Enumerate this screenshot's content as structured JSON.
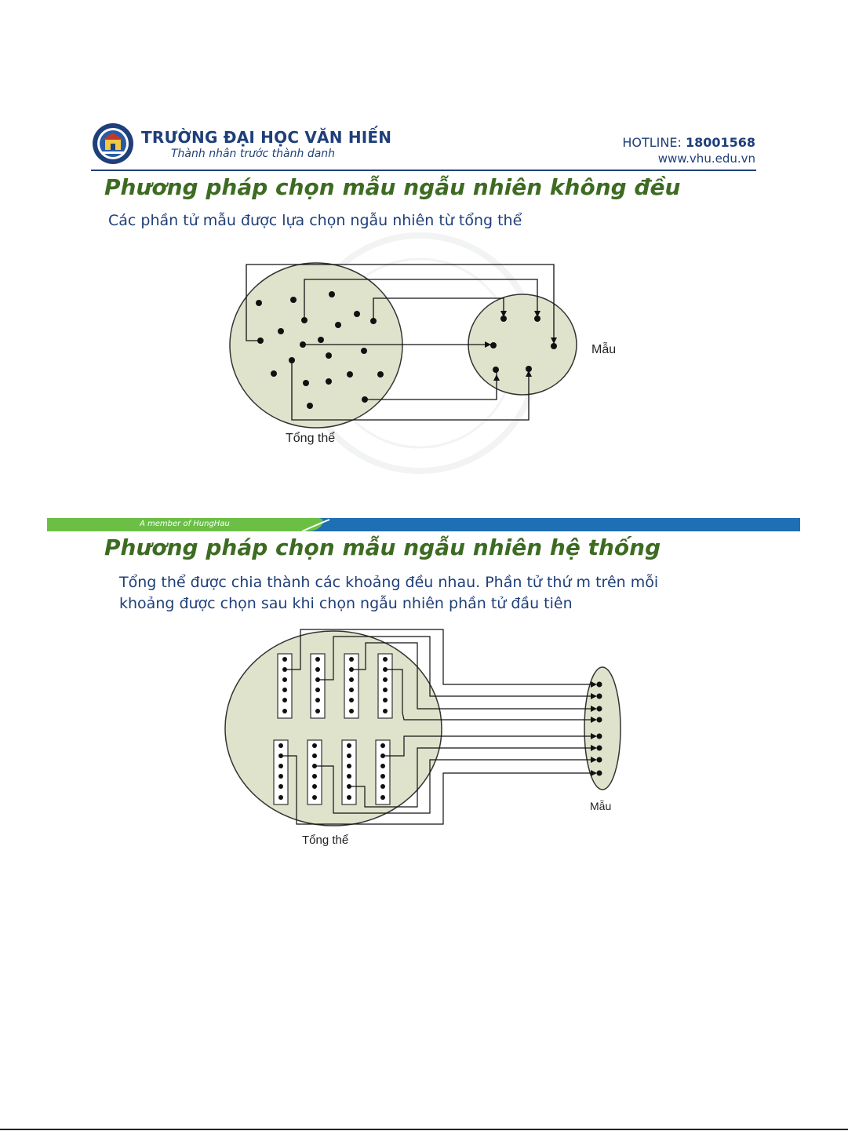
{
  "header": {
    "school_name": "TRƯỜNG ĐẠI HỌC VĂN HIẾN",
    "slogan": "Thành nhân trước thành danh",
    "hotline_label": "HOTLINE:",
    "hotline_number": "18001568",
    "website": "www.vhu.edu.vn",
    "logo_icon": "university-seal-icon",
    "brand_color": "#1f3f7a"
  },
  "slide1": {
    "title": "Phương pháp chọn mẫu ngẫu nhiên không đều",
    "description": "Các phần tử mẫu được lựa chọn ngẫu nhiên từ tổng thể",
    "diagram": {
      "population_label": "Tổng thể",
      "sample_label": "Mẫu",
      "fill_color": "#dfe3cc"
    }
  },
  "band": {
    "text": "A member of HungHau",
    "green": "#6bbf45",
    "blue": "#1f6fb5"
  },
  "slide2": {
    "title": "Phương pháp chọn mẫu ngẫu nhiên hệ thống",
    "description_lines": [
      "Tổng thể được chia thành các khoảng đều nhau. Phần tử thứ m trên mỗi",
      "khoảng được chọn sau khi chọn ngẫu nhiên phần tử đầu tiên"
    ],
    "diagram": {
      "population_label": "Tổng thể",
      "sample_label": "Mẫu",
      "fill_color": "#dfe3cc"
    }
  }
}
